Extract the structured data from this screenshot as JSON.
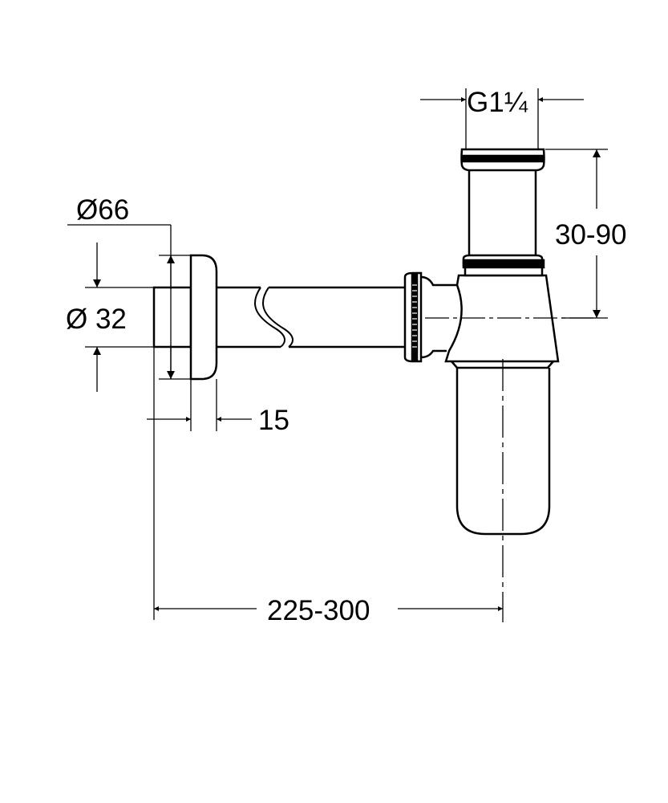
{
  "diagram": {
    "subject": "bottle trap dimension drawing",
    "line_color": "#000000",
    "background": "#ffffff"
  },
  "dimensions": {
    "thread": "G1¼",
    "height_adjust": "30-90",
    "rosette_diameter": "Ø66",
    "pipe_diameter": "Ø 32",
    "rosette_depth": "15",
    "wall_distance": "225-300"
  }
}
